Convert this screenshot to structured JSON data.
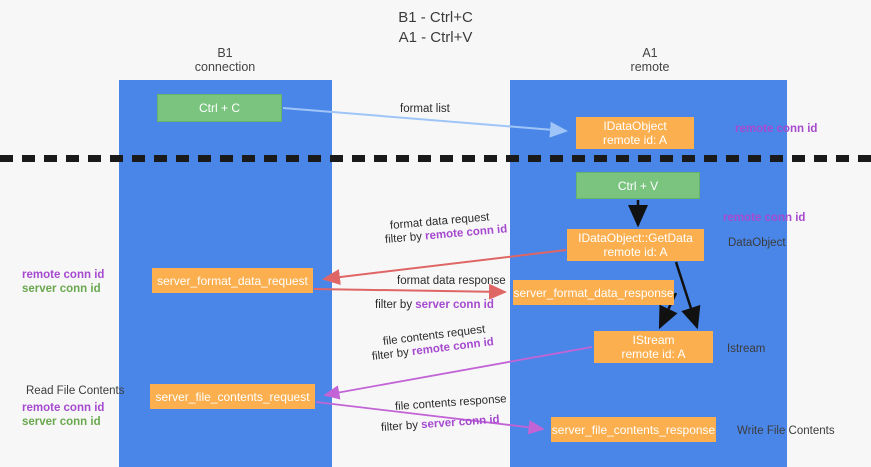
{
  "title": {
    "line1": "B1 - Ctrl+C",
    "line2": "A1 - Ctrl+V"
  },
  "columns": [
    {
      "id": "b1",
      "name": "B1",
      "role": "connection"
    },
    {
      "id": "a1",
      "name": "A1",
      "role": "remote"
    }
  ],
  "nodes": {
    "ctrl_c": {
      "label": "Ctrl + C",
      "type": "green"
    },
    "ctrl_v": {
      "label": "Ctrl + V",
      "type": "green"
    },
    "idataobject": {
      "label": "IDataObject",
      "sub": "remote id: A",
      "type": "orange"
    },
    "getdata": {
      "label": "IDataObject::GetData",
      "sub": "remote id: A",
      "type": "orange"
    },
    "istream": {
      "label": "IStream",
      "sub": "remote id: A",
      "type": "orange"
    },
    "format_req": {
      "label": "server_format_data_request",
      "type": "orange"
    },
    "format_res": {
      "label": "server_format_data_response",
      "type": "orange"
    },
    "file_req": {
      "label": "server_file_contents_request",
      "type": "orange"
    },
    "file_res": {
      "label": "server_file_contents_response",
      "type": "orange"
    }
  },
  "edges": {
    "format_list": {
      "label": "format list",
      "color": "#9fc5f8"
    },
    "format_data_request": {
      "label": "format data request",
      "filter_prefix": "filter by ",
      "filter_key": "remote conn id",
      "color": "#e06666"
    },
    "format_data_response": {
      "label": "format data response",
      "filter_prefix": "filter by ",
      "filter_key": "server conn id",
      "color": "#e06666"
    },
    "file_contents_request": {
      "label": "file contents request",
      "filter_prefix": "filter by ",
      "filter_key": "remote conn id",
      "color": "#c264d6"
    },
    "file_contents_response": {
      "label": "file contents response",
      "filter_prefix": "filter by ",
      "filter_key": "server conn id",
      "color": "#c264d6"
    }
  },
  "annotations": {
    "remote_conn_id": "remote conn id",
    "server_conn_id": "server conn id",
    "dataobject": "DataObject",
    "istream": "Istream",
    "read_file_contents": "Read File Contents",
    "write_file_contents": "Write File Contents"
  },
  "colors": {
    "column": "#4a86e8",
    "green_node": "#7ac47f",
    "orange_node": "#fbaf4f",
    "remote_id_text": "#a64ad0",
    "server_id_text": "#6aa84f",
    "divider": "#1a1a1a",
    "background": "#f7f7f7"
  }
}
